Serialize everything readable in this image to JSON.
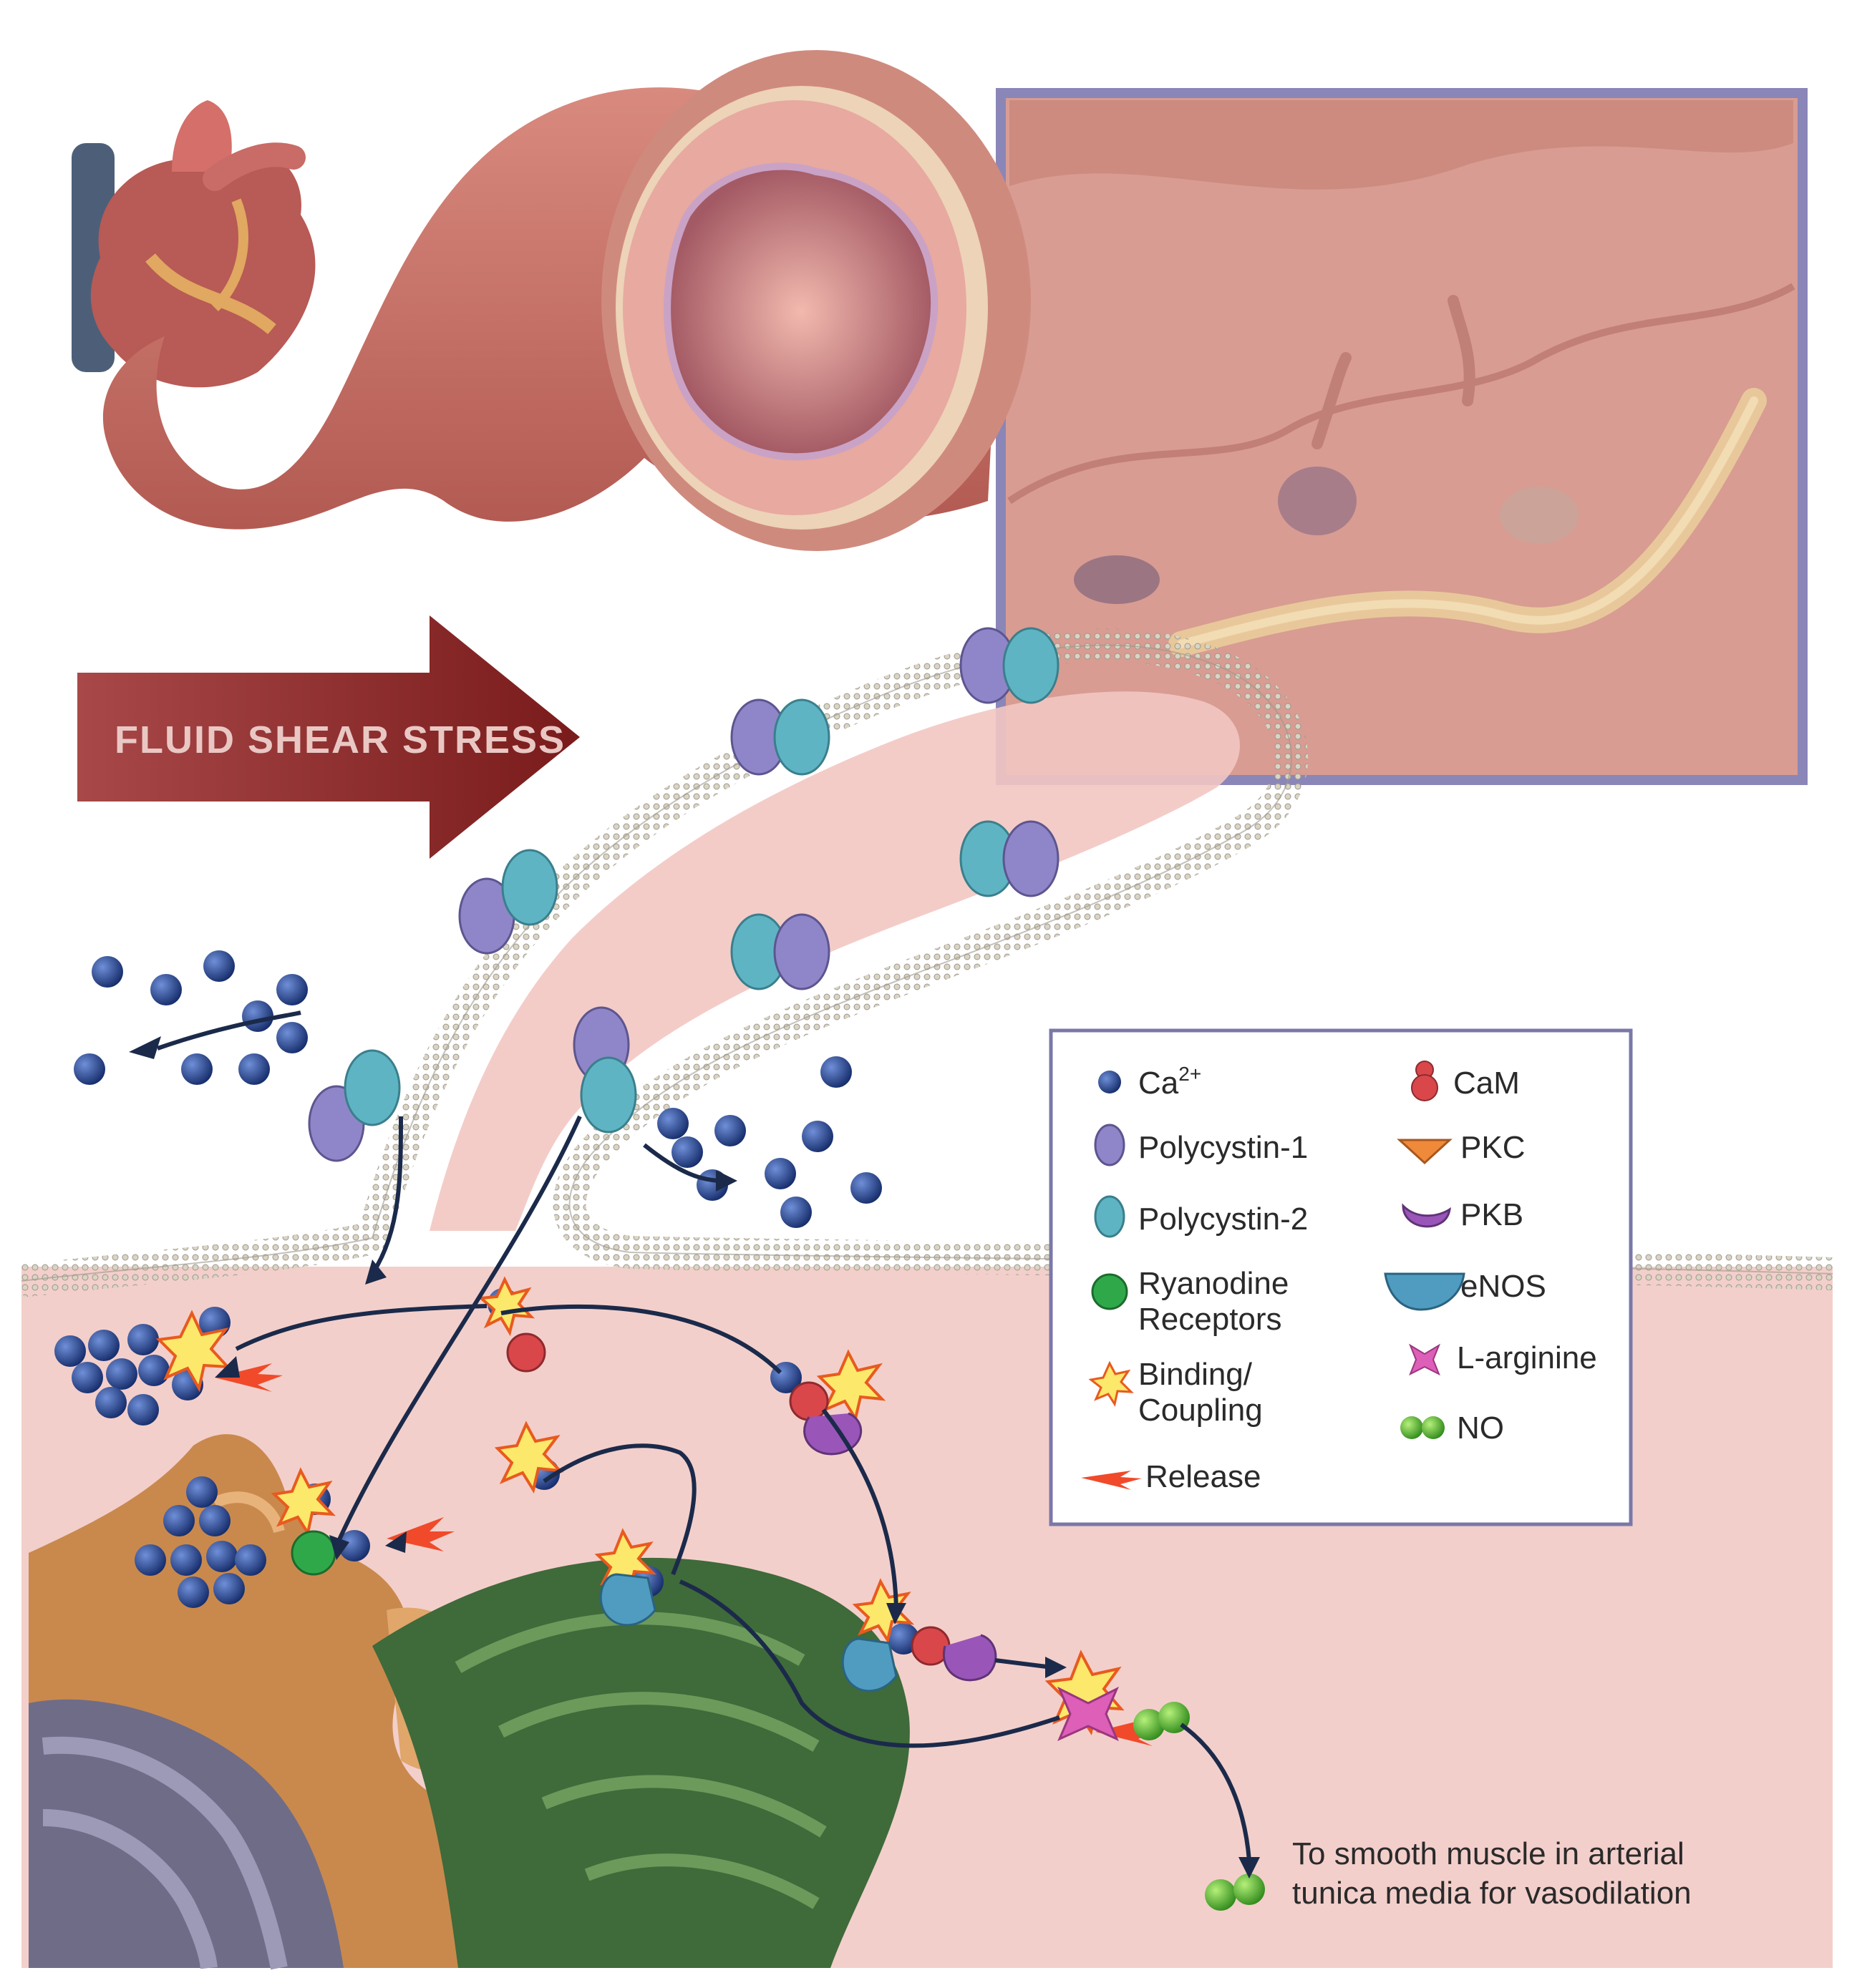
{
  "shear_label": "FLUID SHEAR STRESS",
  "legend": {
    "left": [
      {
        "icon": "calcium-ion-icon",
        "label": "Ca",
        "sup": "2+"
      },
      {
        "icon": "polycystin-1-icon",
        "label": "Polycystin-1"
      },
      {
        "icon": "polycystin-2-icon",
        "label": "Polycystin-2"
      },
      {
        "icon": "ryanodine-receptor-icon",
        "label": "Ryanodine",
        "label2": "Receptors"
      },
      {
        "icon": "binding-coupling-icon",
        "label": "Binding/",
        "label2": "Coupling"
      },
      {
        "icon": "release-icon",
        "label": "Release"
      }
    ],
    "right": [
      {
        "icon": "calmodulin-icon",
        "label": "CaM"
      },
      {
        "icon": "pkc-icon",
        "label": "PKC"
      },
      {
        "icon": "pkb-icon",
        "label": "PKB"
      },
      {
        "icon": "enos-icon",
        "label": "eNOS"
      },
      {
        "icon": "l-arginine-icon",
        "label": "L-arginine"
      },
      {
        "icon": "nitric-oxide-icon",
        "label": "NO"
      }
    ]
  },
  "caption": {
    "line1": "To smooth muscle in arterial",
    "line2": "tunica media for vasodilation"
  },
  "colors": {
    "ca": "#1f3d8a",
    "polycystin1": "#8f86c9",
    "polycystin2": "#5fb4c4",
    "ryanodine": "#2fa84a",
    "cam": "#d9474b",
    "pkc": "#ef8a3a",
    "pkb": "#9a55b8",
    "enos": "#4f9cc0",
    "larginine": "#dd5fb8",
    "no": "#5dbb2b",
    "frame": "#8a86b8",
    "cytoplasm": "#f3cfcb"
  }
}
